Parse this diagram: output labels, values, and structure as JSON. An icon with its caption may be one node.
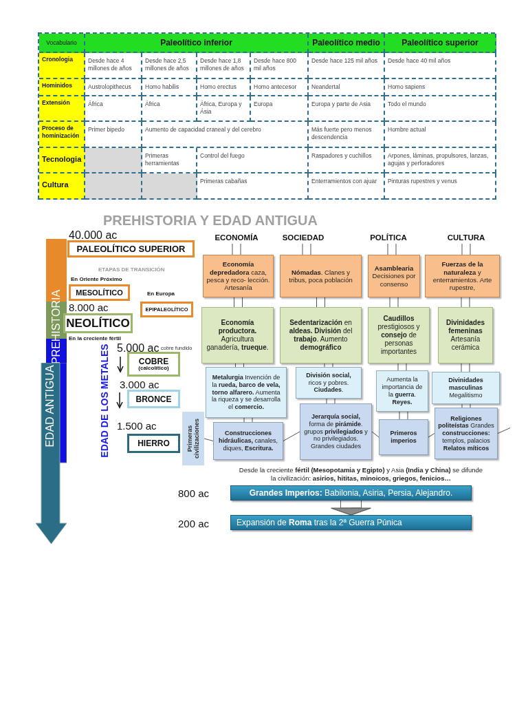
{
  "diagram": {
    "title": "PREHISTORIA Y EDAD ANTIGUA",
    "nodes": [
      {
        "text": [
          "PREHISTORIA"
        ]
      },
      {
        "text": [
          "EDAD ANTIGUA"
        ]
      },
      {
        "text": [
          "PALEOLÍTICO SUPERIOR"
        ]
      },
      {
        "text": [
          "MESOLÍTICO"
        ]
      },
      {
        "text": [
          "EPIPALEOLÍTICO"
        ]
      },
      {
        "text": [
          "NEOLÍTICO"
        ]
      },
      {
        "text": [
          "COBRE",
          "(calcolítico)"
        ]
      },
      {
        "text": [
          "BRONCE"
        ]
      },
      {
        "text": [
          "HIERRO"
        ]
      },
      {
        "text": [
          "Primeras civilizaciones"
        ]
      },
      {
        "text": [
          "ECONOMÍA"
        ]
      },
      {
        "text": [
          "SOCIEDAD"
        ]
      },
      {
        "text": [
          "POLÍTICA"
        ]
      },
      {
        "text": [
          "CULTURA"
        ]
      },
      {
        "text": [
          "**Economía depredadora** caza, pesca y reco- lección. Artesanía"
        ]
      },
      {
        "text": [
          "**Nómadas**. Clanes y tribus, poca población"
        ]
      },
      {
        "text": [
          "**Asamblearia** Decisiones por consenso"
        ]
      },
      {
        "text": [
          "**Fuerzas de la naturaleza** y enterramientos. Arte rupestre,"
        ]
      },
      {
        "text": [
          "**Economía productora.** Agricultura ganadería, **trueque**."
        ]
      },
      {
        "text": [
          "**Sedentarización** en **aldeas. División** del **trabajo**. Aumento **demográfico**"
        ]
      },
      {
        "text": [
          "**Caudillos** prestigiosos y **consejo** de personas importantes"
        ]
      },
      {
        "text": [
          "**Divinidades femeninas** Artesanía cerámica"
        ]
      },
      {
        "text": [
          "**Metalurgia** Invención de la **rueda, barco de vela, torno alfarero.** Aumenta la riqueza y se desarrolla el **comercio.**"
        ]
      },
      {
        "text": [
          "**División social,** ricos y pobres. **Ciudades**."
        ]
      },
      {
        "text": [
          "Aumenta la importancia de la **guerra**. **Reyes.**"
        ]
      },
      {
        "text": [
          "**Divinidades masculinas** Megalitismo"
        ]
      },
      {
        "text": [
          "**Construcciones hidráulicas,** canales, diques, **Escritura.**"
        ]
      },
      {
        "text": [
          "**Jerarquía social,** forma de **pirámide**. grupos **privilegiados** y no privilegiados. Grandes ciudades"
        ]
      },
      {
        "text": [
          "Primeros imperios"
        ]
      },
      {
        "text": [
          "**Religiones politeístas** Grandes **construcciones:** templos, palacios **Relatos míticos**"
        ]
      },
      {
        "text": [
          "**Grandes Imperios:** Babilonia, Asiria, Persia, Alejandro."
        ]
      },
      {
        "text": [
          "Expansión de **Roma** tras la 2ª Guerra Púnica"
        ]
      }
    ],
    "edges": [
      {
        "from": 10,
        "to": 14,
        "arrow": "none"
      },
      {
        "from": 11,
        "to": 15,
        "arrow": "none"
      },
      {
        "from": 12,
        "to": 16,
        "arrow": "none"
      },
      {
        "from": 13,
        "to": 17,
        "arrow": "none"
      },
      {
        "from": 14,
        "to": 18,
        "arrow": "none"
      },
      {
        "from": 15,
        "to": 19,
        "arrow": "none"
      },
      {
        "from": 16,
        "to": 20,
        "arrow": "none"
      },
      {
        "from": 17,
        "to": 21,
        "arrow": "none"
      },
      {
        "from": 18,
        "to": 22,
        "arrow": "none"
      },
      {
        "from": 19,
        "to": 23,
        "arrow": "none"
      },
      {
        "from": 20,
        "to": 24,
        "arrow": "none"
      },
      {
        "from": 21,
        "to": 25,
        "arrow": "none"
      },
      {
        "from": 22,
        "to": 26,
        "arrow": "none"
      },
      {
        "from": 23,
        "to": 27,
        "arrow": "none"
      },
      {
        "from": 24,
        "to": 28,
        "arrow": "none"
      },
      {
        "from": 25,
        "to": 29,
        "arrow": "none"
      },
      {
        "from": 9,
        "to": 26,
        "arrow": "none"
      },
      {
        "from": 26,
        "to": 27,
        "arrow": "none"
      },
      {
        "from": 27,
        "to": 28,
        "arrow": "none"
      },
      {
        "from": 28,
        "to": 29,
        "arrow": "none"
      },
      {
        "from": 29,
        "to": null,
        "arrow": "none"
      },
      {
        "from": 30,
        "to": 31,
        "arrow": "to"
      }
    ],
    "labels": [
      "Vocabulario",
      "Paleolítico inferior",
      "Paleolítico medio",
      "Paleolítico superior",
      "Cronologia",
      "Desde hace 4 millones de años",
      "Desde hace 2,5 millones de años",
      "Desde hace 1,8 millones de años",
      "Desde hace 800 mil años",
      "Desde hace 125 mil años",
      "Desde hace 40 mil años",
      "Hominidos",
      "Austrolopithecus",
      "Homo habilis",
      "Homo erectus",
      "Homo antecesor",
      "Neandertal",
      "Homo sapiens",
      "Extensión",
      "África",
      "África",
      "África, Europa y Ásia",
      "Europa",
      "Europa y parte de Asia",
      "Todo el mundo",
      "Proceso de hominización",
      "Primer bipedo",
      "Aumento de capacidad craneal y del cerebro",
      "Más fuerte pero menos descendencia",
      "Hombre actual",
      "Tecnologia",
      "Primeras herramientas",
      "Control del fuego",
      "Raspadores y cuchillos",
      "Arpones, láminas, propulsores, lanzas, agujas y perforadores",
      "Cultura",
      "Primeras cabañas",
      "Enterramientos con ajuar",
      "Pinturas rupestres y venus",
      "40.000 ac",
      "ETAPAS DE TRANSICIÓN",
      "En Oriente Próximo",
      "En Europa",
      "8.000 ac",
      "En la creciente fértil",
      "EDAD DE LOS METALES",
      "5.000 ac",
      "cobre fundido",
      "3.000 ac",
      "1.500 ac",
      "Desde la creciente **fértil (Mesopotamia y Egipto)** y Asia **(India y China)** se difunde la civilización: **asirios, hititas, minoicos, griegos, fenicios…**",
      "800 ac",
      "200 ac"
    ]
  }
}
